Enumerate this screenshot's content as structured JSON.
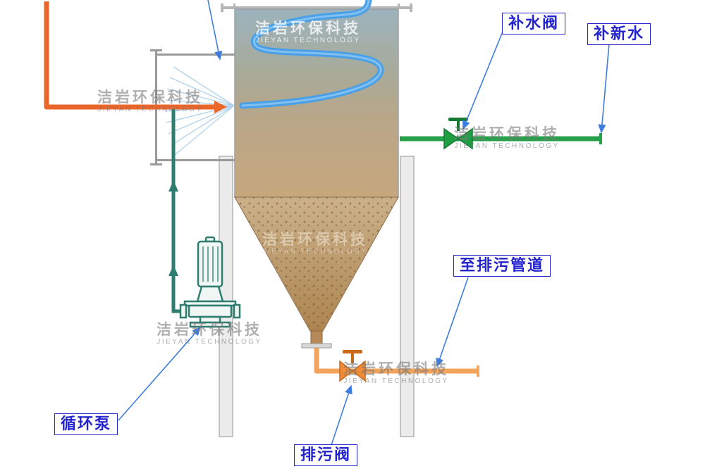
{
  "labels": {
    "makeup_valve": "补水阀",
    "makeup_water": "补新水",
    "drain_line": "至排污管道",
    "circulation_pump": "循环泵",
    "drain_valve": "排污阀"
  },
  "watermark": {
    "cn": "洁岩环保科技",
    "en": "JIEYAN TECHNOLOGY"
  },
  "colors": {
    "label_blue": "#2525cf",
    "leader_blue": "#3f7ce0",
    "inlet_orange": "#ec662a",
    "drain_orange": "#f2a35c",
    "drain_valve_orange": "#ef8c35",
    "makeup_green": "#27a04a",
    "pump_teal": "#2e7d6f",
    "spray_pipe_blue": "#4aa0e6"
  }
}
